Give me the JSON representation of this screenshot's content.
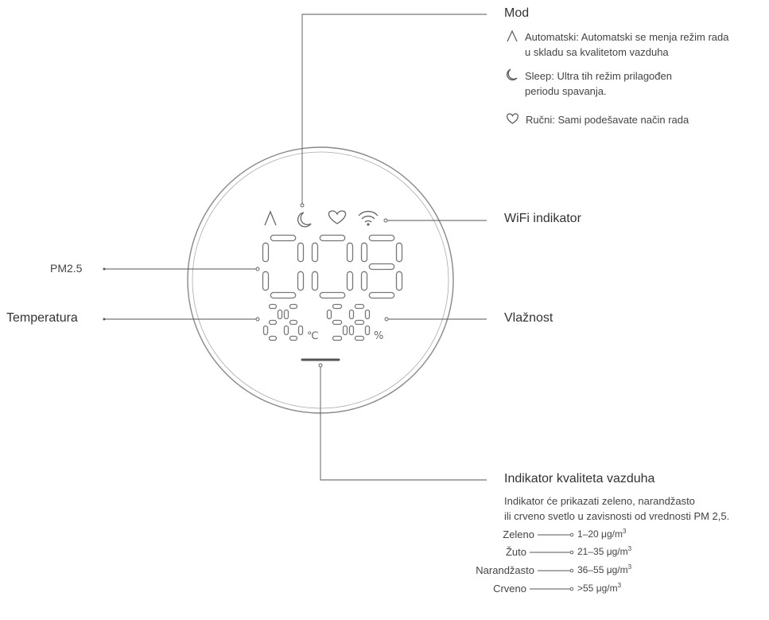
{
  "labels": {
    "mode": "Mod",
    "wifi": "WiFi indikator",
    "pm25": "PM2.5",
    "temperature": "Temperatura",
    "humidity": "Vlažnost",
    "air_quality": "Indikator kvaliteta vazduha"
  },
  "modes": [
    {
      "icon": "auto-a-icon",
      "line1": "Automatski: Automatski se menja režim rada",
      "line2": "u skladu sa kvalitetom vazduha"
    },
    {
      "icon": "moon-icon",
      "line1": "Sleep: Ultra tih režim prilagođen",
      "line2": "periodu spavanja."
    },
    {
      "icon": "heart-icon",
      "line1": "Ručni: Sami podešavate način rada",
      "line2": ""
    }
  ],
  "air_quality_desc": {
    "line1": "Indikator će prikazati zeleno, narandžasto",
    "line2": "ili crveno svetlo u zavisnosti od vrednosti PM 2,5."
  },
  "levels": [
    {
      "name": "Zeleno",
      "range": "1–20 μg/m",
      "sup": "3"
    },
    {
      "name": "Žuto",
      "range": "21–35 μg/m",
      "sup": "3"
    },
    {
      "name": "Narandžasto",
      "range": "36–55 μg/m",
      "sup": "3"
    },
    {
      "name": "Crveno",
      "range": ">55 μg/m",
      "sup": "3"
    }
  ],
  "display": {
    "pm25_digits": "008",
    "temperature_digits": "26",
    "temperature_unit": "℃",
    "humidity_digits": "58",
    "humidity_unit": "%"
  },
  "colors": {
    "line": "#555555",
    "segment": "#777777",
    "ring": "#888888"
  }
}
